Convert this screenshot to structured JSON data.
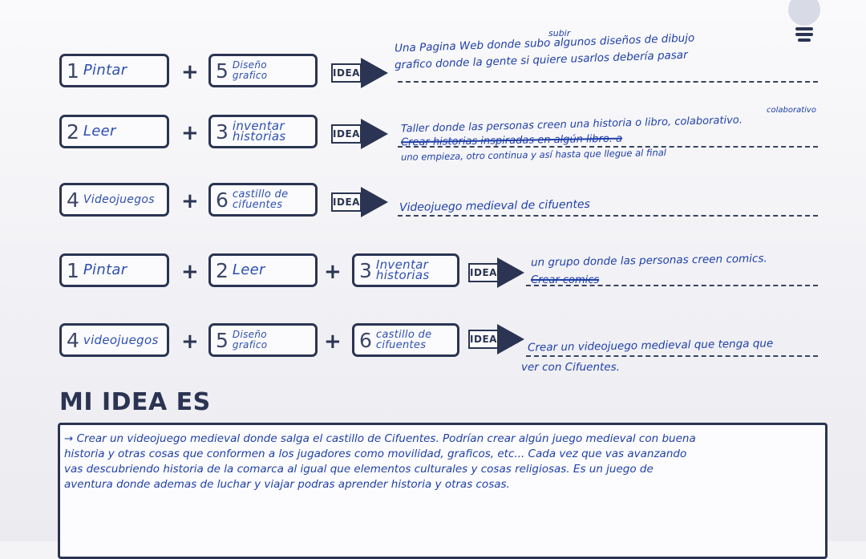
{
  "rows": [
    {
      "boxes": [
        {
          "num": "1",
          "label": "Pintar"
        },
        {
          "num": "5",
          "label": "Diseño\ngrafico"
        }
      ],
      "tag": "IDEA",
      "note_over": "subir",
      "notes": [
        "Una Pagina Web donde subo algunos diseños de dibujo",
        "grafico donde la gente si quiere usarlos debería pasar"
      ]
    },
    {
      "boxes": [
        {
          "num": "2",
          "label": "Leer"
        },
        {
          "num": "3",
          "label": "inventar\nhistorias"
        }
      ],
      "tag": "IDEA",
      "note_over": "colaborativo",
      "notes": [
        "Taller donde las personas creen una historia o libro, colaborativo.",
        "Crear historias inspiradas en algún libro. a",
        "uno empieza, otro continua y así hasta que llegue al final"
      ]
    },
    {
      "boxes": [
        {
          "num": "4",
          "label": "Videojuegos"
        },
        {
          "num": "6",
          "label": "castillo de\ncifuentes"
        }
      ],
      "tag": "IDEA",
      "notes": [
        "Videojuego medieval de cifuentes"
      ]
    },
    {
      "boxes": [
        {
          "num": "1",
          "label": "Pintar"
        },
        {
          "num": "2",
          "label": "Leer"
        },
        {
          "num": "3",
          "label": "Inventar\nhistorias"
        }
      ],
      "tag": "IDEA",
      "notes": [
        "un grupo donde las personas creen comics.",
        "Crear comics"
      ]
    },
    {
      "boxes": [
        {
          "num": "4",
          "label": "videojuegos"
        },
        {
          "num": "5",
          "label": "Diseño\ngrafico"
        },
        {
          "num": "6",
          "label": "castillo de\ncifuentes"
        }
      ],
      "tag": "IDEA",
      "notes": [
        "Crear un videojuego medieval que tenga que",
        "ver con Cifuentes."
      ]
    }
  ],
  "heading": "MI IDEA ES",
  "paragraph": [
    "→ Crear un videojuego medieval donde salga el castillo de Cifuentes. Podrían crear algún juego medieval con buena",
    "historia y otras cosas que conformen a los jugadores como movilidad, graficos, etc... Cada vez que vas avanzando",
    "vas descubriendo historia de la comarca al igual que elementos culturales y cosas religiosas. Es un juego de",
    "aventura donde ademas de luchar y viajar podras aprender historia y otras cosas."
  ],
  "icons": {
    "bulb": "lightbulb-icon",
    "arrow": "arrow-right-icon"
  },
  "colors": {
    "ink": "#1f3fa8",
    "print": "#2b3452"
  }
}
